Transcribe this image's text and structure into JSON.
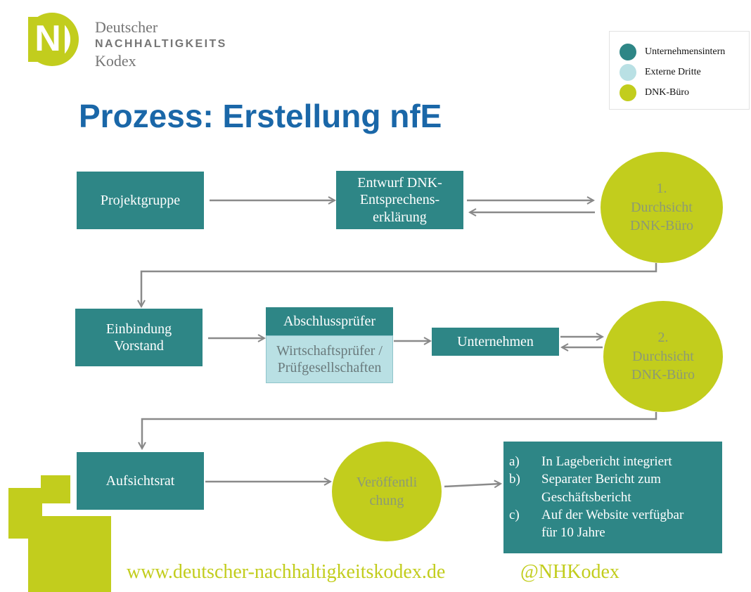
{
  "logo": {
    "letter": "N",
    "line1": "Deutscher",
    "line2": "NACHHALTIGKEITS",
    "line3": "Kodex"
  },
  "legend": {
    "items": [
      {
        "label": "Unternehmensintern",
        "color": "#2e8686"
      },
      {
        "label": "Externe Dritte",
        "color": "#b9e0e4"
      },
      {
        "label": "DNK-Büro",
        "color": "#c2cd1d"
      }
    ]
  },
  "title": "Prozess: Erstellung nfE",
  "nodes": {
    "projektgruppe": "Projektgruppe",
    "entwurf": [
      "Entwurf DNK-",
      "Entsprechens-",
      "erklärung"
    ],
    "durchsicht1": [
      "1.",
      "Durchsicht",
      "DNK-Büro"
    ],
    "einbindung": [
      "Einbindung",
      "Vorstand"
    ],
    "abschlusspruefer": "Abschlussprüfer",
    "wirtschaftspruefer": [
      "Wirtschaftsprüfer /",
      "Prüfgesellschaften"
    ],
    "unternehmen": "Unternehmen",
    "durchsicht2": [
      "2.",
      "Durchsicht",
      "DNK-Büro"
    ],
    "aufsichtsrat": "Aufsichtsrat",
    "veroeffentlichung": [
      "Veröffentli",
      "chung"
    ]
  },
  "options": [
    {
      "marker": "a)",
      "lines": [
        "In Lagebericht integriert"
      ]
    },
    {
      "marker": "b)",
      "lines": [
        "Separater Bericht zum",
        "Geschäftsbericht"
      ]
    },
    {
      "marker": "c)",
      "lines": [
        "Auf der Website verfügbar",
        "für 10 Jahre"
      ]
    }
  ],
  "footer": {
    "url": "www.deutscher-nachhaltigkeitskodex.de",
    "handle": "@NHKodex"
  }
}
